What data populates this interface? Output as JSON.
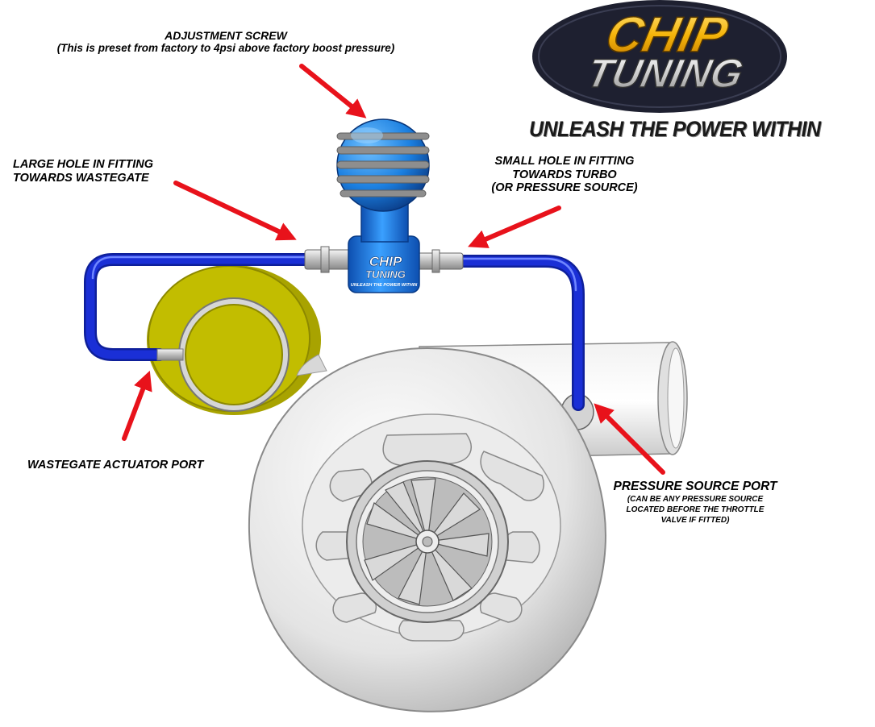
{
  "logo": {
    "line1": "CHIP",
    "line2": "TUNING",
    "tagline": "UNLEASH THE POWER WITHIN",
    "colors": {
      "badge": "#1e2030",
      "gold": "#f5b50a",
      "silver": "#dcdcdc"
    }
  },
  "valve_badge": {
    "line1": "CHIP",
    "line2": "TUNING",
    "tagline": "UNLEASH THE POWER WITHIN"
  },
  "labels": {
    "adjustment_title": "ADJUSTMENT SCREW",
    "adjustment_sub": "(This is preset from factory to 4psi above factory boost pressure)",
    "large_hole_1": "LARGE HOLE IN FITTING",
    "large_hole_2": "TOWARDS WASTEGATE",
    "small_hole_1": "SMALL HOLE IN FITTING",
    "small_hole_2": "TOWARDS TURBO",
    "small_hole_3": "(OR PRESSURE SOURCE)",
    "wastegate": "WASTEGATE ACTUATOR PORT",
    "pressure_title": "PRESSURE SOURCE PORT",
    "pressure_sub1": "(CAN BE ANY PRESSURE SOURCE",
    "pressure_sub2": "LOCATED BEFORE THE THROTTLE",
    "pressure_sub3": "VALVE IF FITTED)"
  },
  "colors": {
    "hose": "#1a2fd6",
    "valve": "#1b7fe0",
    "arrow": "#e8121b",
    "actuator": "#c2bd00",
    "housing": "#e6e6e6"
  }
}
